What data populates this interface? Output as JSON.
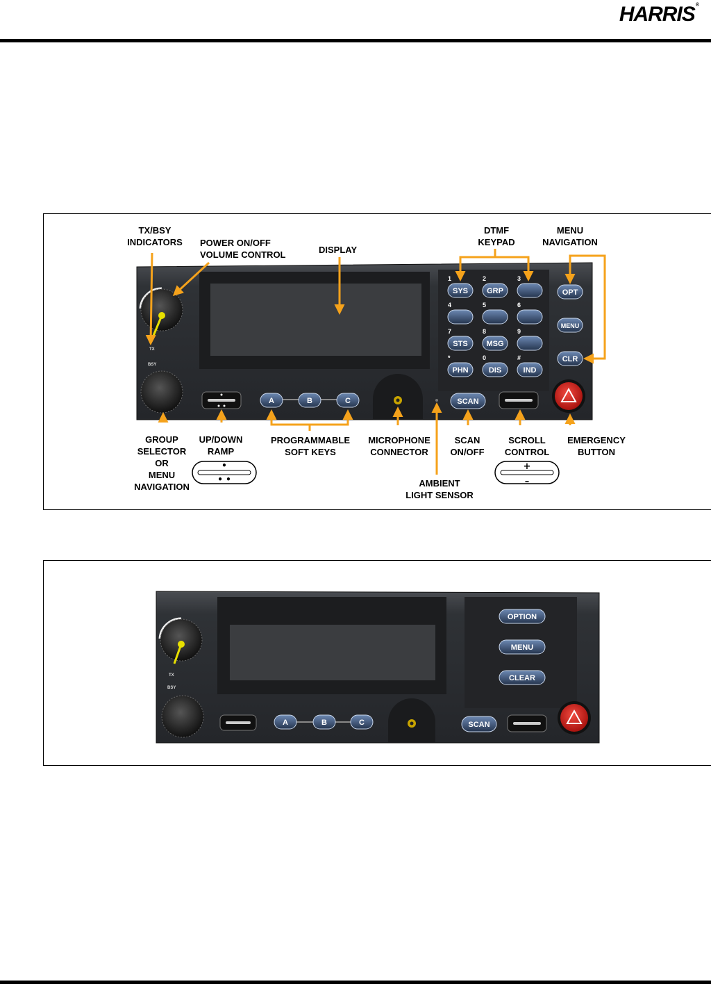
{
  "header": {
    "logo_text": "HARRIS",
    "logo_mark": "®"
  },
  "figure1": {
    "labels": {
      "tx_bsy": [
        "TX/BSY",
        "INDICATORS"
      ],
      "power": [
        "POWER ON/OFF",
        "VOLUME CONTROL"
      ],
      "display": "DISPLAY",
      "dtmf": [
        "DTMF",
        "KEYPAD"
      ],
      "menu_nav": [
        "MENU",
        "NAVIGATION"
      ],
      "group": [
        "GROUP",
        "SELECTOR",
        "OR",
        "MENU",
        "NAVIGATION"
      ],
      "updown": [
        "UP/DOWN",
        "RAMP"
      ],
      "soft": [
        "PROGRAMMABLE",
        "SOFT KEYS"
      ],
      "mic": [
        "MICROPHONE",
        "CONNECTOR"
      ],
      "scan": [
        "SCAN",
        "ON/OFF"
      ],
      "scroll": [
        "SCROLL",
        "CONTROL"
      ],
      "emergency": [
        "EMERGENCY",
        "BUTTON"
      ],
      "ambient": [
        "AMBIENT",
        "LIGHT SENSOR"
      ]
    },
    "keypad": [
      {
        "num": "1",
        "label": "SYS"
      },
      {
        "num": "2",
        "label": "GRP"
      },
      {
        "num": "3",
        "label": ""
      },
      {
        "num": "4",
        "label": ""
      },
      {
        "num": "5",
        "label": ""
      },
      {
        "num": "6",
        "label": ""
      },
      {
        "num": "7",
        "label": "STS"
      },
      {
        "num": "8",
        "label": "MSG"
      },
      {
        "num": "9",
        "label": ""
      },
      {
        "num": "*",
        "label": "PHN"
      },
      {
        "num": "0",
        "label": "DIS"
      },
      {
        "num": "#",
        "label": "IND"
      }
    ],
    "nav_keys": [
      "OPT",
      "MENU",
      "CLR"
    ],
    "soft_keys": [
      "A",
      "B",
      "C"
    ],
    "scan_key": "SCAN",
    "indicators": [
      "TX",
      "BSY"
    ],
    "ramp_detail": {
      "top": "•",
      "bottom": "• •"
    },
    "scroll_detail": {
      "plus": "+",
      "minus": "–"
    }
  },
  "figure2": {
    "nav_keys": [
      "OPTION",
      "MENU",
      "CLEAR"
    ],
    "soft_keys": [
      "A",
      "B",
      "C"
    ],
    "scan_key": "SCAN",
    "indicators": [
      "TX",
      "BSY"
    ]
  },
  "colors": {
    "callout": "#f5a21b",
    "panel": "#2e3034",
    "emergency": "#d8231f",
    "key_face": "#3a4f6e"
  }
}
